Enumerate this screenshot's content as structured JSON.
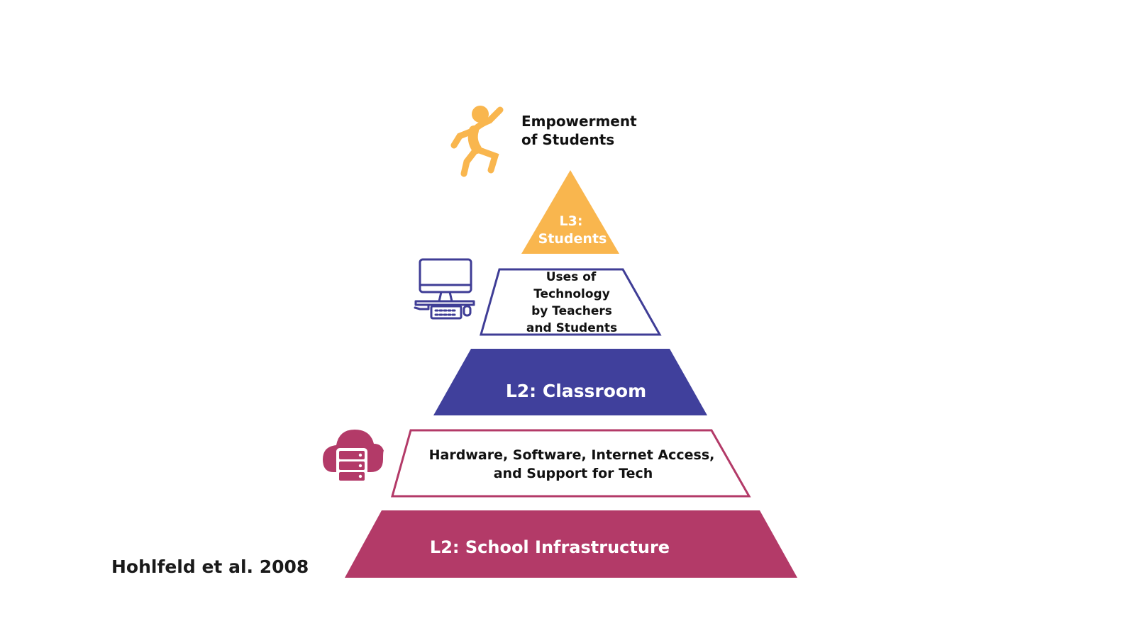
{
  "diagram": {
    "top_caption": {
      "line1": "Empowerment",
      "line2": "of Students"
    },
    "levels": [
      {
        "id": "l3-students",
        "line1": "L3:",
        "line2": "Students",
        "fill": "#f9b64e",
        "text_color": "#ffffff"
      },
      {
        "id": "uses-of-technology",
        "line1": "Uses of",
        "line2": "Technology",
        "line3": "by Teachers",
        "line4": "and Students",
        "stroke": "#3f3d96",
        "text_color": "#111111"
      },
      {
        "id": "l2-classroom",
        "line1": "L2: Classroom",
        "fill": "#40409c",
        "text_color": "#ffffff"
      },
      {
        "id": "hardware-software",
        "line1": "Hardware, Software, Internet Access,",
        "line2": "and Support for Tech",
        "stroke": "#b33a68",
        "text_color": "#111111"
      },
      {
        "id": "l2-school-infrastructure",
        "line1": "L2: School Infrastructure",
        "fill": "#b33a68",
        "text_color": "#ffffff"
      }
    ],
    "icons": {
      "person": {
        "name": "jumping-person-icon",
        "color": "#f9b64e"
      },
      "computer": {
        "name": "desktop-computer-icon",
        "color": "#3f3d96"
      },
      "cloud": {
        "name": "cloud-server-icon",
        "color": "#b33a68"
      }
    }
  },
  "citation": "Hohlfeld et al. 2008"
}
